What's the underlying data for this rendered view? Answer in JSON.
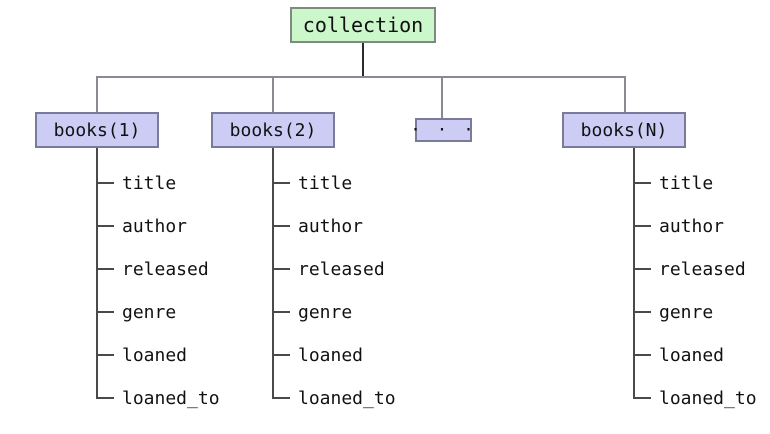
{
  "diagram": {
    "title": "collection",
    "type": "tree-diagram",
    "colors": {
      "root_fill": "#cbf7cb",
      "root_border": "#7f8a7f",
      "child_fill": "#ccccf4",
      "child_border": "#7a7a9a",
      "line": "#4a4a4a",
      "text": "#111111",
      "background": "#ffffff"
    }
  },
  "root": {
    "label": "collection"
  },
  "children": [
    {
      "label": "books(1)"
    },
    {
      "label": "books(2)"
    },
    {
      "label": "· · ·",
      "is_ellipsis": true
    },
    {
      "label": "books(N)"
    }
  ],
  "fields": {
    "title": "title",
    "author": "author",
    "released": "released",
    "genre": "genre",
    "loaned": "loaned",
    "loaned_to": "loaned_to"
  },
  "columns": [
    {
      "parent": "books(1)",
      "fields": [
        "title",
        "author",
        "released",
        "genre",
        "loaned",
        "loaned_to"
      ]
    },
    {
      "parent": "books(2)",
      "fields": [
        "title",
        "author",
        "released",
        "genre",
        "loaned",
        "loaned_to"
      ]
    },
    {
      "parent": "books(N)",
      "fields": [
        "title",
        "author",
        "released",
        "genre",
        "loaned",
        "loaned_to"
      ]
    }
  ]
}
